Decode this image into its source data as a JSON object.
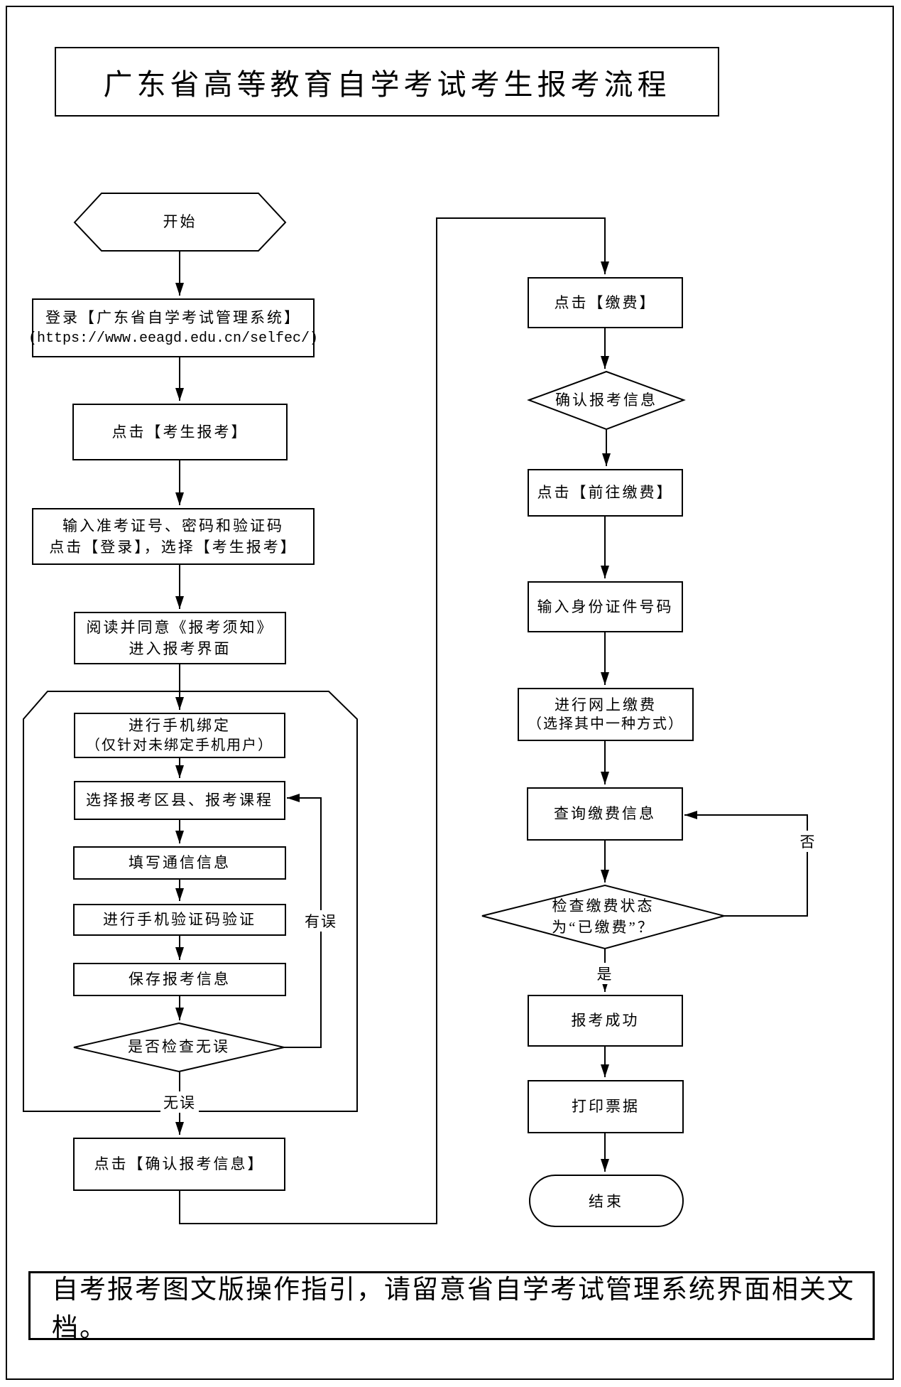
{
  "title": "广东省高等教育自学考试考生报考流程",
  "footer_note": "自考报考图文版操作指引，请留意省自学考试管理系统界面相关文档。",
  "nodes": {
    "start": "开始",
    "login_line1": "登录【广东省自学考试管理系统】",
    "login_line2": "(https://www.eeagd.edu.cn/selfec/)",
    "click_register": "点击【考生报考】",
    "input_credentials_line1": "输入准考证号、密码和验证码",
    "input_credentials_line2": "点击【登录】，选择【考生报考】",
    "read_notice_line1": "阅读并同意《报考须知》",
    "read_notice_line2": "进入报考界面",
    "bind_phone_line1": "进行手机绑定",
    "bind_phone_line2": "（仅针对未绑定手机用户）",
    "select_district_course": "选择报考区县、报考课程",
    "fill_contact": "填写通信信息",
    "sms_verify": "进行手机验证码验证",
    "save_info": "保存报考信息",
    "check_correct": "是否检查无误",
    "confirm_info": "点击【确认报考信息】",
    "click_pay": "点击【缴费】",
    "confirm_reg_info": "确认报考信息",
    "go_pay": "点击【前往缴费】",
    "input_id_number": "输入身份证件号码",
    "online_pay_line1": "进行网上缴费",
    "online_pay_line2": "（选择其中一种方式）",
    "query_payment": "查询缴费信息",
    "check_paid_line1": "检查缴费状态",
    "check_paid_line2": "为“已缴费”？",
    "reg_success": "报考成功",
    "print_receipt": "打印票据",
    "end": "结束"
  },
  "edge_labels": {
    "has_error": "有误",
    "no_error": "无误",
    "no": "否",
    "yes": "是"
  },
  "colors": {
    "line": "#000000",
    "background": "#ffffff"
  }
}
